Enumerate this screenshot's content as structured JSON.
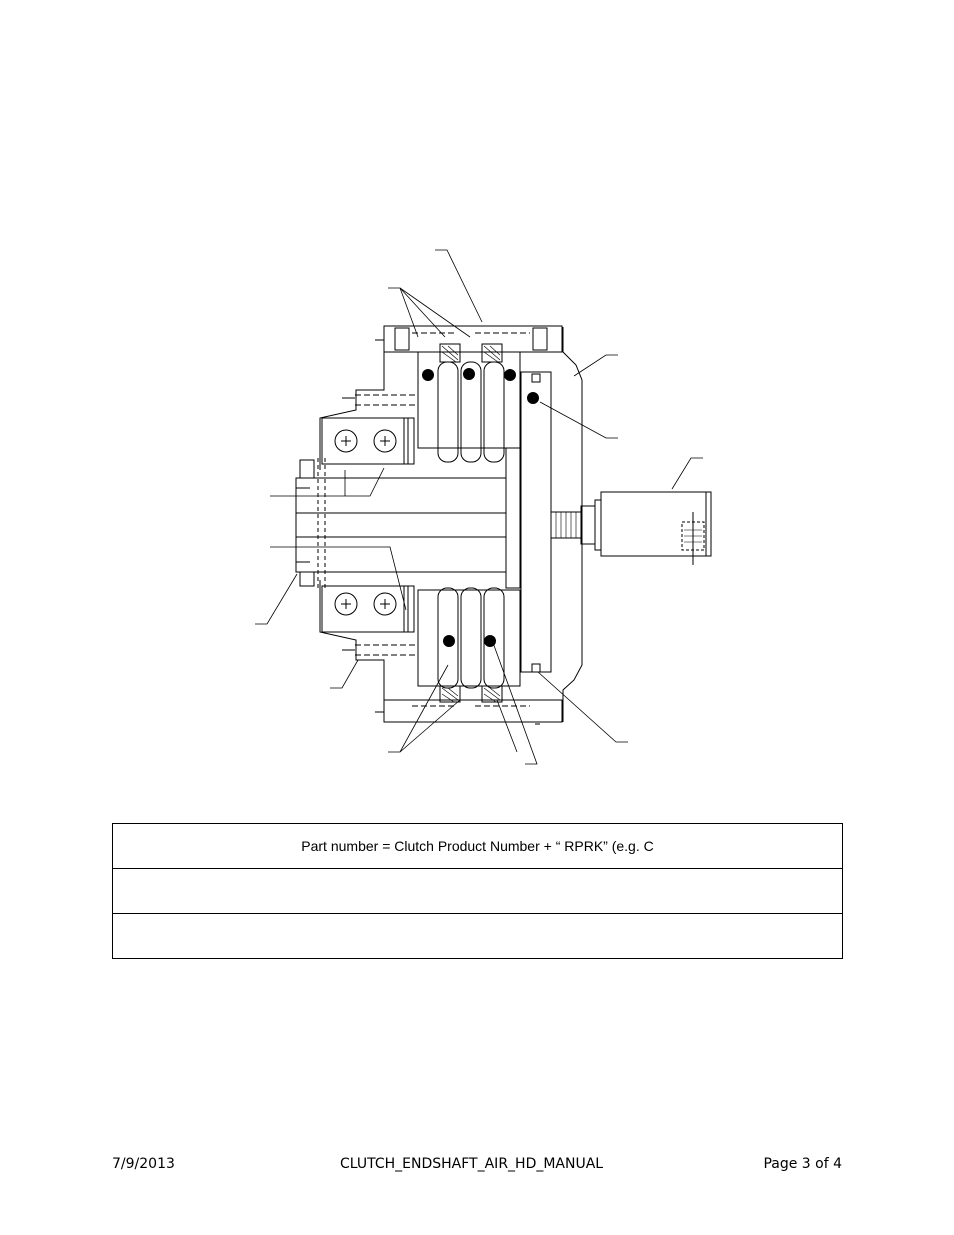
{
  "parts_table": {
    "rows": [
      "Part number = Clutch Product Number + “ RPRK” (e.g. C",
      "",
      ""
    ]
  },
  "footer": {
    "date": "7/9/2013",
    "document": "CLUTCH_ENDSHAFT_AIR_HD_MANUAL",
    "page": "Page 3 of 4"
  },
  "colors": {
    "ink": "#000000",
    "paper": "#ffffff"
  }
}
